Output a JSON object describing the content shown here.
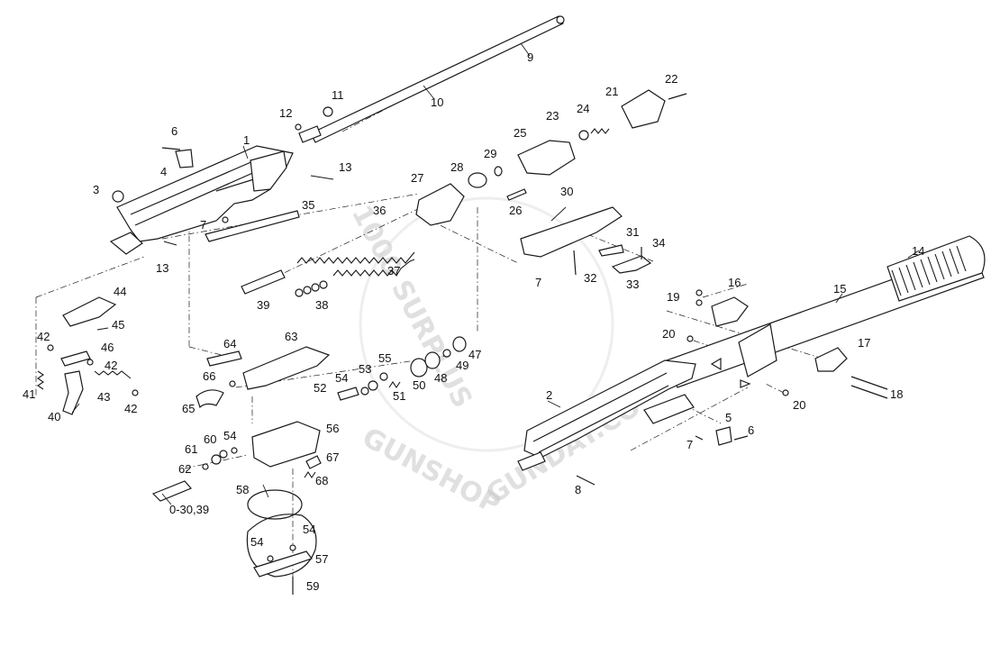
{
  "diagram": {
    "labels": [
      "1",
      "2",
      "3",
      "4",
      "5",
      "6",
      "6",
      "7",
      "7",
      "7",
      "8",
      "9",
      "10",
      "11",
      "12",
      "13",
      "13",
      "14",
      "15",
      "16",
      "17",
      "18",
      "19",
      "20",
      "20",
      "21",
      "22",
      "23",
      "24",
      "25",
      "26",
      "27",
      "28",
      "29",
      "30",
      "31",
      "32",
      "33",
      "34",
      "35",
      "36",
      "37",
      "38",
      "39",
      "40",
      "41",
      "42",
      "42",
      "42",
      "43",
      "44",
      "45",
      "46",
      "47",
      "48",
      "49",
      "50",
      "51",
      "52",
      "53",
      "54",
      "54",
      "54",
      "54",
      "55",
      "56",
      "57",
      "58",
      "59",
      "60",
      "61",
      "62",
      "63",
      "64",
      "65",
      "66",
      "67",
      "68",
      "0-30,39"
    ]
  },
  "watermark": {
    "line1": "1000 SURPLUS",
    "line2": "GUNSHOP",
    "line3": "GUNDAY.CO"
  },
  "colors": {
    "ink": "#1a1a1a",
    "watermark": "#c8c8c8",
    "background": "#ffffff"
  }
}
